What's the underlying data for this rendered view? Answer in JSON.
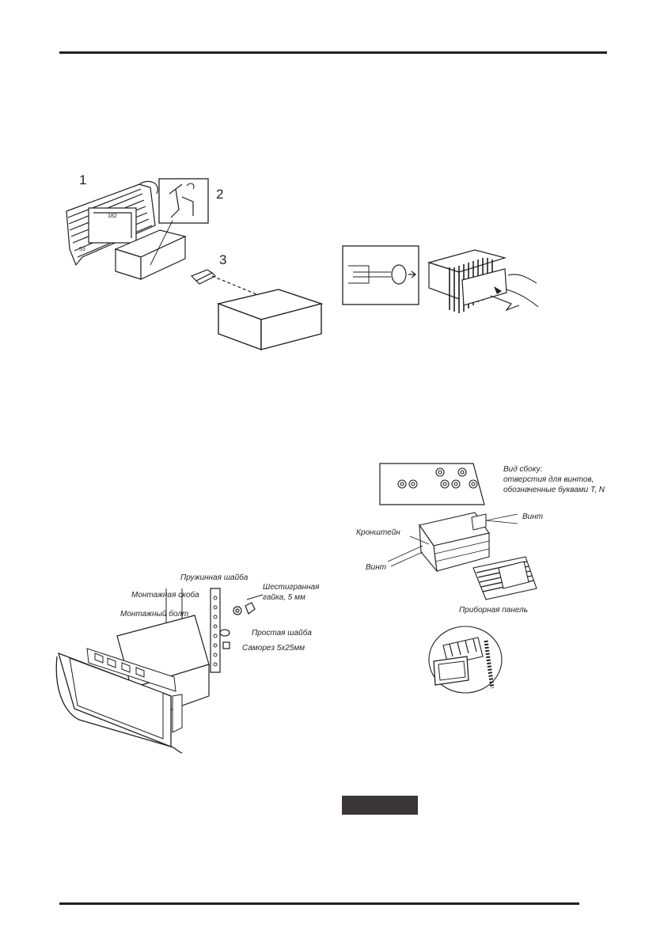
{
  "fig1": {
    "callouts": [
      "1",
      "2",
      "3"
    ],
    "dim_width": "182",
    "dim_height": "53"
  },
  "fig4": {
    "side_view_label": "Вид сбоку:",
    "side_view_desc1": "отверстия для винтов,",
    "side_view_desc2": "обозначенные буквами T, N",
    "screw_top": "Винт",
    "bracket": "Кронштейн",
    "screw_left": "Винт",
    "dash_panel": "Приборная панель"
  },
  "fig3": {
    "spring_washer": "Пружинная шайба",
    "hex_nut_1": "Шестигранная",
    "hex_nut_2": "гайка, 5 мм",
    "mount_strap": "Монтажная скоба",
    "mount_bolt": "Монтажный болт",
    "plain_washer": "Простая шайба",
    "tapping_screw": "Саморез 5х25мм"
  }
}
